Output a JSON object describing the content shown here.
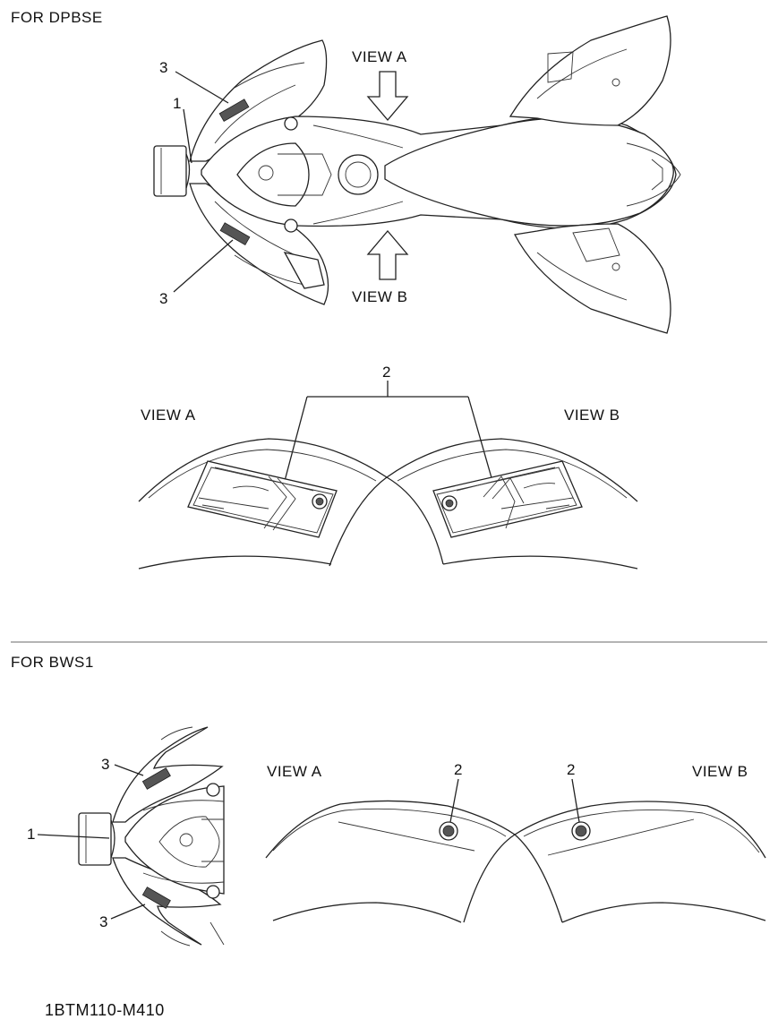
{
  "sections": [
    {
      "title": "FOR  DPBSE"
    },
    {
      "title": "FOR BWS1"
    }
  ],
  "top_diagram": {
    "view_a": "VIEW A",
    "view_b": "VIEW B",
    "callouts": [
      "3",
      "1",
      "3"
    ]
  },
  "top_views": {
    "view_a": "VIEW A",
    "view_b": "VIEW B",
    "callout": "2"
  },
  "bottom": {
    "callouts_left": [
      "3",
      "1",
      "3"
    ],
    "view_a": "VIEW A",
    "view_b": "VIEW B",
    "callouts_right": [
      "2",
      "2"
    ]
  },
  "footer": {
    "code": "1BTM110-M410"
  }
}
